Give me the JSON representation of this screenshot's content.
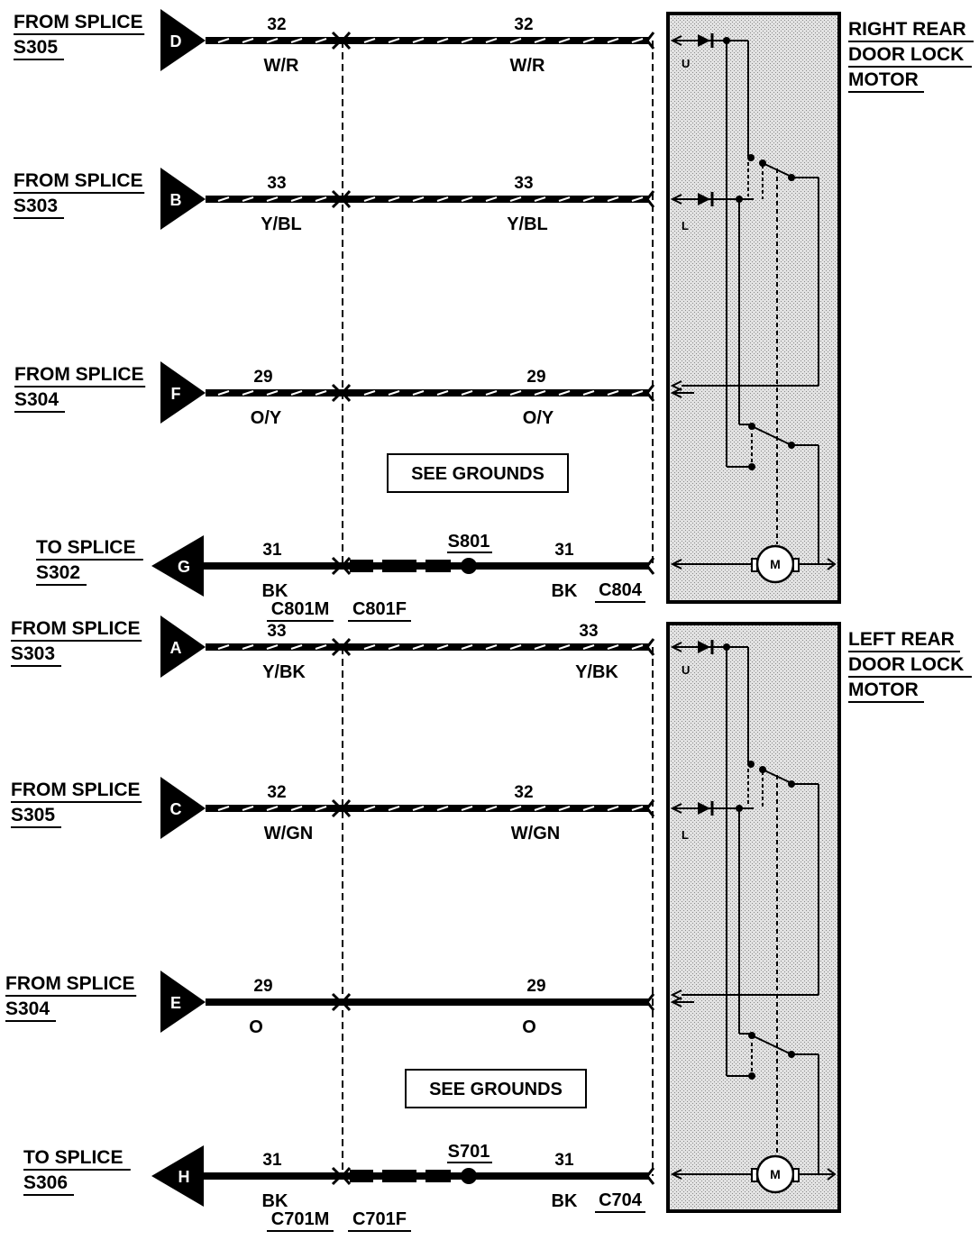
{
  "circuits": [
    {
      "key": "d",
      "pin": "D",
      "from_label": "FROM SPLICE",
      "splice": "S305",
      "num_left": "32",
      "num_right": "32",
      "color_left": "W/R",
      "color_right": "W/R",
      "style": "striped",
      "dir": "in"
    },
    {
      "key": "b",
      "pin": "B",
      "from_label": "FROM SPLICE",
      "splice": "S303",
      "num_left": "33",
      "num_right": "33",
      "color_left": "Y/BL",
      "color_right": "Y/BL",
      "style": "striped",
      "dir": "in"
    },
    {
      "key": "f",
      "pin": "F",
      "from_label": "FROM SPLICE",
      "splice": "S304",
      "num_left": "29",
      "num_right": "29",
      "color_left": "O/Y",
      "color_right": "O/Y",
      "style": "striped",
      "dir": "in"
    },
    {
      "key": "g",
      "pin": "G",
      "from_label": "TO SPLICE",
      "splice": "S302",
      "num_left": "31",
      "num_right": "31",
      "color_left": "BK",
      "color_right": "BK",
      "style": "ground",
      "dir": "out"
    },
    {
      "key": "a",
      "pin": "A",
      "from_label": "FROM SPLICE",
      "splice": "S303",
      "num_left": "33",
      "num_right": "33",
      "color_left": "Y/BK",
      "color_right": "Y/BK",
      "style": "striped",
      "dir": "in"
    },
    {
      "key": "c",
      "pin": "C",
      "from_label": "FROM SPLICE",
      "splice": "S305",
      "num_left": "32",
      "num_right": "32",
      "color_left": "W/GN",
      "color_right": "W/GN",
      "style": "striped",
      "dir": "in"
    },
    {
      "key": "e",
      "pin": "E",
      "from_label": "FROM SPLICE",
      "splice": "S304",
      "num_left": "29",
      "num_right": "29",
      "color_left": "O",
      "color_right": "O",
      "style": "solid",
      "dir": "in"
    },
    {
      "key": "h",
      "pin": "H",
      "from_label": "TO SPLICE",
      "splice": "S306",
      "num_left": "31",
      "num_right": "31",
      "color_left": "BK",
      "color_right": "BK",
      "style": "ground",
      "dir": "out"
    }
  ],
  "blocks": [
    {
      "motor_title": [
        "RIGHT REAR",
        "DOOR LOCK",
        "MOTOR"
      ],
      "see_grounds": "SEE GROUNDS",
      "splice_point": "S801",
      "conn_m": "C801M",
      "conn_f": "C801F",
      "conn_motor": "C804",
      "switch_up": "U",
      "switch_low": "L",
      "motor_symbol": "M"
    },
    {
      "motor_title": [
        "LEFT REAR",
        "DOOR LOCK",
        "MOTOR"
      ],
      "see_grounds": "SEE GROUNDS",
      "splice_point": "S701",
      "conn_m": "C701M",
      "conn_f": "C701F",
      "conn_motor": "C704",
      "switch_up": "U",
      "switch_low": "L",
      "motor_symbol": "M"
    }
  ],
  "colors": {
    "ink": "#000000",
    "paper": "#ffffff",
    "motor_fill": "#d6d6d6"
  }
}
